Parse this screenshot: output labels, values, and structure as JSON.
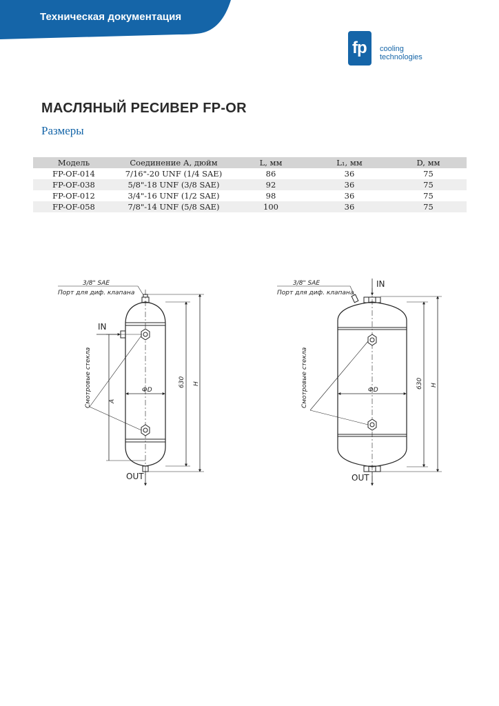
{
  "header": {
    "section": "Техническая документация",
    "band_color": "#1565a8"
  },
  "logo": {
    "mark": "fp",
    "line1": "cooling",
    "line2": "technologies",
    "color": "#1565a8"
  },
  "title": "МАСЛЯНЫЙ РЕСИВЕР FP-OR",
  "subtitle": "Размеры",
  "table": {
    "columns": [
      "Модель",
      "Соединение А, дюйм",
      "L, мм",
      "L₁, мм",
      "D, мм"
    ],
    "rows": [
      [
        "FP-OF-014",
        "7/16\"-20 UNF (1/4 SAE)",
        "86",
        "36",
        "75"
      ],
      [
        "FP-OF-038",
        "5/8\"-18 UNF (3/8 SAE)",
        "92",
        "36",
        "75"
      ],
      [
        "FP-OF-012",
        "3/4\"-16 UNF (1/2 SAE)",
        "98",
        "36",
        "75"
      ],
      [
        "FP-OF-058",
        "7/8\"-14 UNF (5/8 SAE)",
        "100",
        "36",
        "75"
      ]
    ]
  },
  "drawing_left": {
    "port_size": "3/8\" SAE",
    "port_label": "Порт для диф. клапана",
    "in_label": "IN",
    "out_label": "OUT",
    "sight_glass_label": "Смотровые стекла",
    "dim_a": "A",
    "dim_d": "ФD",
    "dim_630": "630",
    "dim_h": "H"
  },
  "drawing_right": {
    "port_size": "3/8\" SAE",
    "port_label": "Порт для диф. клапана",
    "in_label": "IN",
    "out_label": "OUT",
    "sight_glass_label": "Смотровые стекла",
    "dim_d": "ФD",
    "dim_630": "630",
    "dim_h": "H"
  }
}
